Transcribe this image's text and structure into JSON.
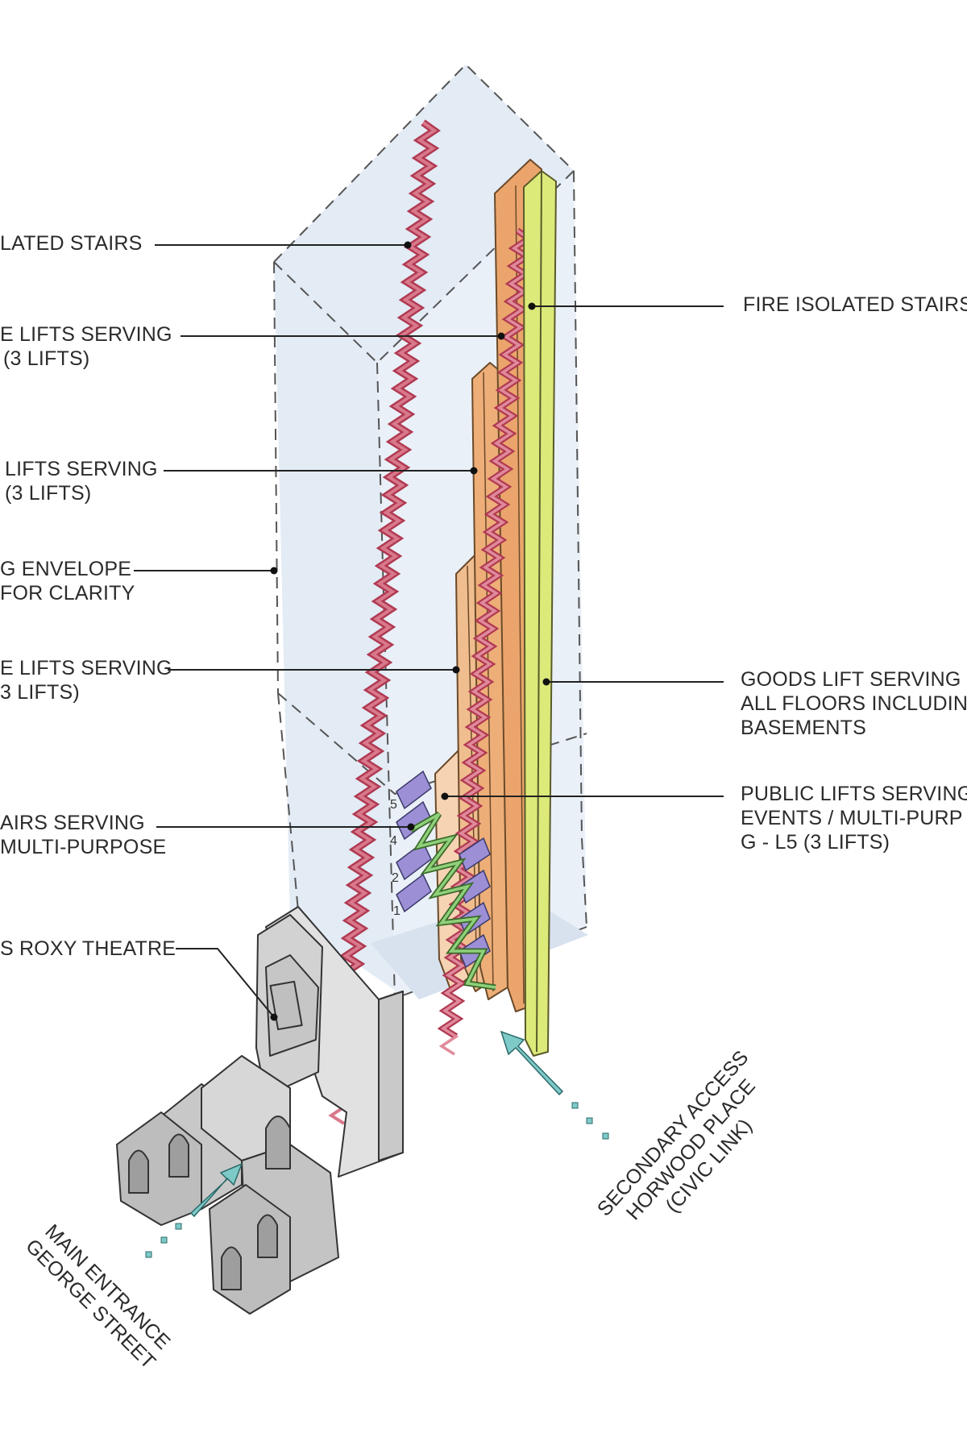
{
  "labels": {
    "fire_stairs_left": "LATED STAIRS",
    "lifts_upper_l1": "E LIFTS SERVING",
    "lifts_upper_l2": "(3 LIFTS)",
    "lifts_mid_l1": "LIFTS SERVING",
    "lifts_mid_l2": "(3 LIFTS)",
    "envelope_l1": "G ENVELOPE",
    "envelope_l2": "FOR CLARITY",
    "lifts_low_l1": "E LIFTS SERVING",
    "lifts_low_l2": "3 LIFTS)",
    "stairs_serving_l1": "AIRS SERVING",
    "stairs_serving_l2": "MULTI-PURPOSE",
    "roxy": "S ROXY THEATRE",
    "fire_stairs_right": "FIRE ISOLATED STAIRS",
    "goods_l1": "GOODS LIFT SERVING",
    "goods_l2": "ALL FLOORS INCLUDIN",
    "goods_l3": "BASEMENTS",
    "public_l1": "PUBLIC LIFTS SERVING",
    "public_l2": "EVENTS / MULTI-PURP",
    "public_l3": "G - L5 (3 LIFTS)",
    "main_l1": "MAIN ENTRANCE",
    "main_l2": "GEORGE STREET",
    "secondary_l1": "SECONDARY ACCESS",
    "secondary_l2": "HORWOOD PLACE",
    "secondary_l3": "(CIVIC LINK)"
  },
  "level_numbers": [
    "5",
    "4",
    "2",
    "1"
  ],
  "colors": {
    "envelope_fill": "#dfe8f4",
    "stairs_red": "#c4566a",
    "lift_orange": "#eba56c",
    "lift_light": "#f6cfa8",
    "goods_yellow": "#dcea7a",
    "stairs_purple": "#9d8fd6",
    "stairs_green": "#86c96f",
    "arrow_teal": "#79c7c6",
    "theatre_grey": "#cfcfcf"
  }
}
